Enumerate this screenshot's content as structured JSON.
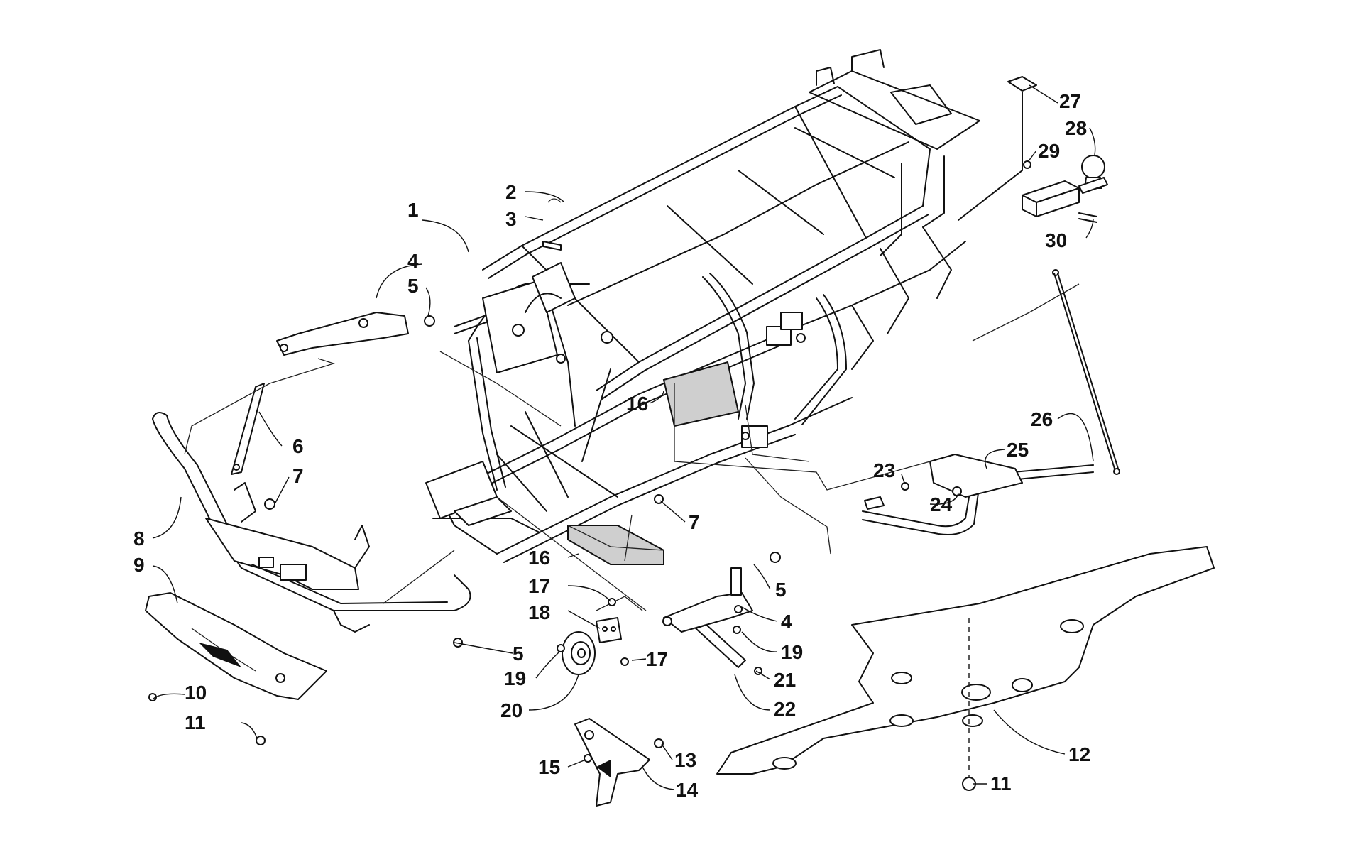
{
  "diagram": {
    "type": "exploded-parts-diagram",
    "callouts": [
      {
        "id": "c-1",
        "text": "1"
      },
      {
        "id": "c-2",
        "text": "2"
      },
      {
        "id": "c-3",
        "text": "3"
      },
      {
        "id": "c-4a",
        "text": "4"
      },
      {
        "id": "c-5a",
        "text": "5"
      },
      {
        "id": "c-6",
        "text": "6"
      },
      {
        "id": "c-7a",
        "text": "7"
      },
      {
        "id": "c-8",
        "text": "8"
      },
      {
        "id": "c-9",
        "text": "9"
      },
      {
        "id": "c-10",
        "text": "10"
      },
      {
        "id": "c-11a",
        "text": "11"
      },
      {
        "id": "c-16a",
        "text": "16"
      },
      {
        "id": "c-7b",
        "text": "7"
      },
      {
        "id": "c-16b",
        "text": "16"
      },
      {
        "id": "c-17a",
        "text": "17"
      },
      {
        "id": "c-18",
        "text": "18"
      },
      {
        "id": "c-5b",
        "text": "5"
      },
      {
        "id": "c-19a",
        "text": "19"
      },
      {
        "id": "c-20",
        "text": "20"
      },
      {
        "id": "c-5c",
        "text": "5"
      },
      {
        "id": "c-4b",
        "text": "4"
      },
      {
        "id": "c-17b",
        "text": "17"
      },
      {
        "id": "c-19b",
        "text": "19"
      },
      {
        "id": "c-21",
        "text": "21"
      },
      {
        "id": "c-22",
        "text": "22"
      },
      {
        "id": "c-13",
        "text": "13"
      },
      {
        "id": "c-15",
        "text": "15"
      },
      {
        "id": "c-14",
        "text": "14"
      },
      {
        "id": "c-12",
        "text": "12"
      },
      {
        "id": "c-11b",
        "text": "11"
      },
      {
        "id": "c-23",
        "text": "23"
      },
      {
        "id": "c-24",
        "text": "24"
      },
      {
        "id": "c-25",
        "text": "25"
      },
      {
        "id": "c-26",
        "text": "26"
      },
      {
        "id": "c-27",
        "text": "27"
      },
      {
        "id": "c-28",
        "text": "28"
      },
      {
        "id": "c-29",
        "text": "29"
      },
      {
        "id": "c-30",
        "text": "30"
      }
    ]
  }
}
